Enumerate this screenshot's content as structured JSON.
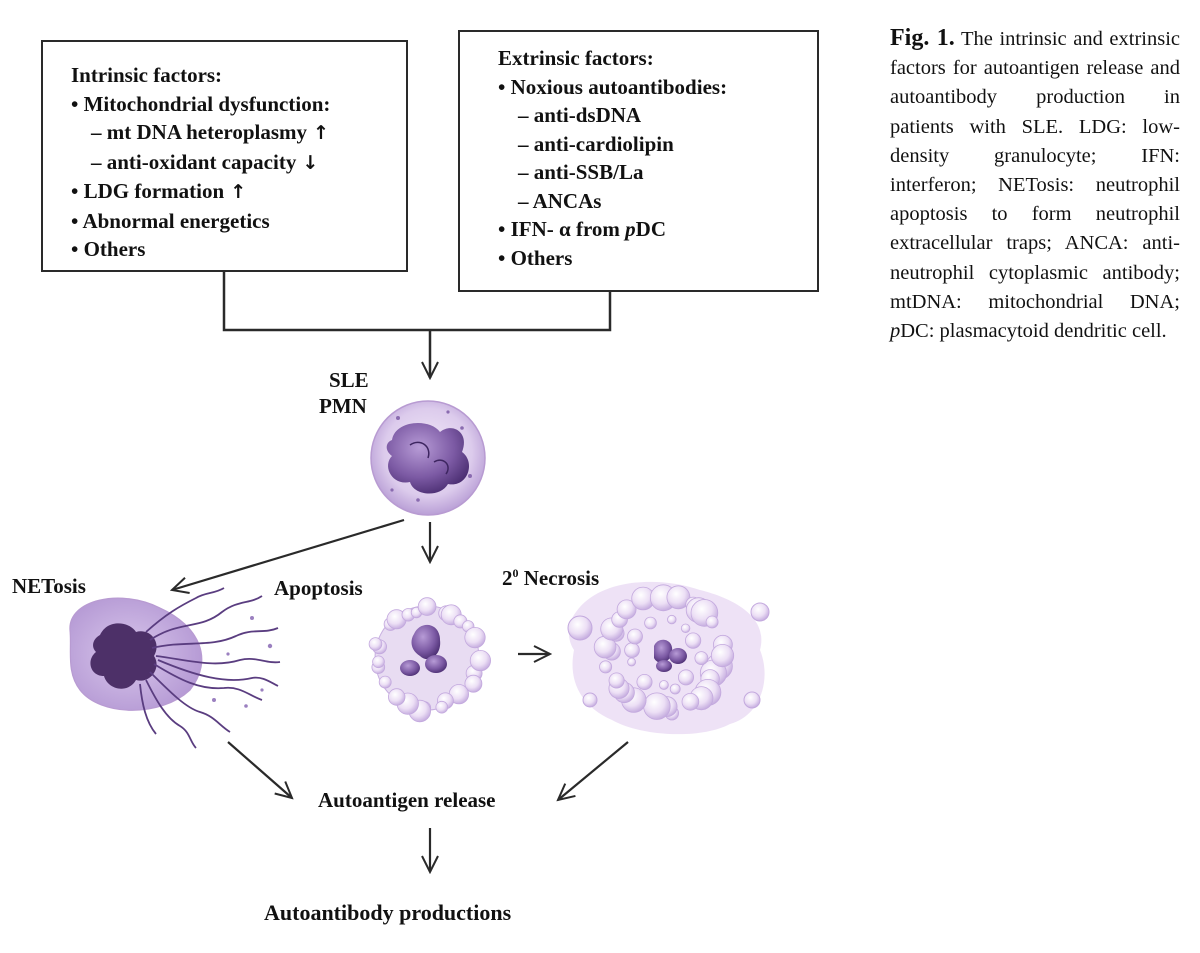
{
  "intrinsic": {
    "title": "Intrinsic factors:",
    "items": [
      {
        "text": "• Mitochondrial dysfunction:",
        "level": 1,
        "arrow": ""
      },
      {
        "text": "– mt DNA heteroplasmy",
        "level": 2,
        "arrow": "↑"
      },
      {
        "text": "– anti-oxidant capacity",
        "level": 2,
        "arrow": "↓"
      },
      {
        "text": "• LDG formation",
        "level": 1,
        "arrow": "↑"
      },
      {
        "text": "• Abnormal energetics",
        "level": 1,
        "arrow": ""
      },
      {
        "text": "• Others",
        "level": 1,
        "arrow": ""
      }
    ]
  },
  "extrinsic": {
    "title": "Extrinsic factors:",
    "items": [
      {
        "text": "• Noxious autoantibodies:",
        "level": 1
      },
      {
        "text": "– anti-dsDNA",
        "level": 2
      },
      {
        "text": "– anti-cardiolipin",
        "level": 2
      },
      {
        "text": "– anti-SSB/La",
        "level": 2
      },
      {
        "text": "– ANCAs",
        "level": 2
      },
      {
        "text_prefix": "• IFN- α  from ",
        "italic": "p",
        "text_suffix": "DC",
        "level": 1
      },
      {
        "text": "• Others",
        "level": 1
      }
    ]
  },
  "nodes": {
    "sle": "SLE",
    "pmn": "PMN",
    "netosis": "NETosis",
    "apoptosis": "Apoptosis",
    "necrosis_prefix": "2",
    "necrosis_sup": "0",
    "necrosis_suffix": " Necrosis",
    "release": "Autoantigen release",
    "production": "Autoantibody productions"
  },
  "caption": {
    "lead": "Fig.  1.",
    "text1": " The intrinsic and extrinsic factors for autoantigen release and autoantibody production in patients with SLE. LDG: low-density granulocyte; IFN: interferon; NETosis: neutrophil apoptosis to form neutrophil extracellular traps; ANCA: anti-neutrophil cytoplasmic antibody; mtDNA: mitochondrial DNA; ",
    "italic": "p",
    "text2": "DC: plasmacytoid dendritic cell."
  },
  "colors": {
    "cell_fill": "#e2d3ef",
    "cell_edge": "#b89bd2",
    "nucleus": "#7e5aa6",
    "nucleus_dark": "#4c2e73",
    "lines": "#2a2a2a"
  }
}
